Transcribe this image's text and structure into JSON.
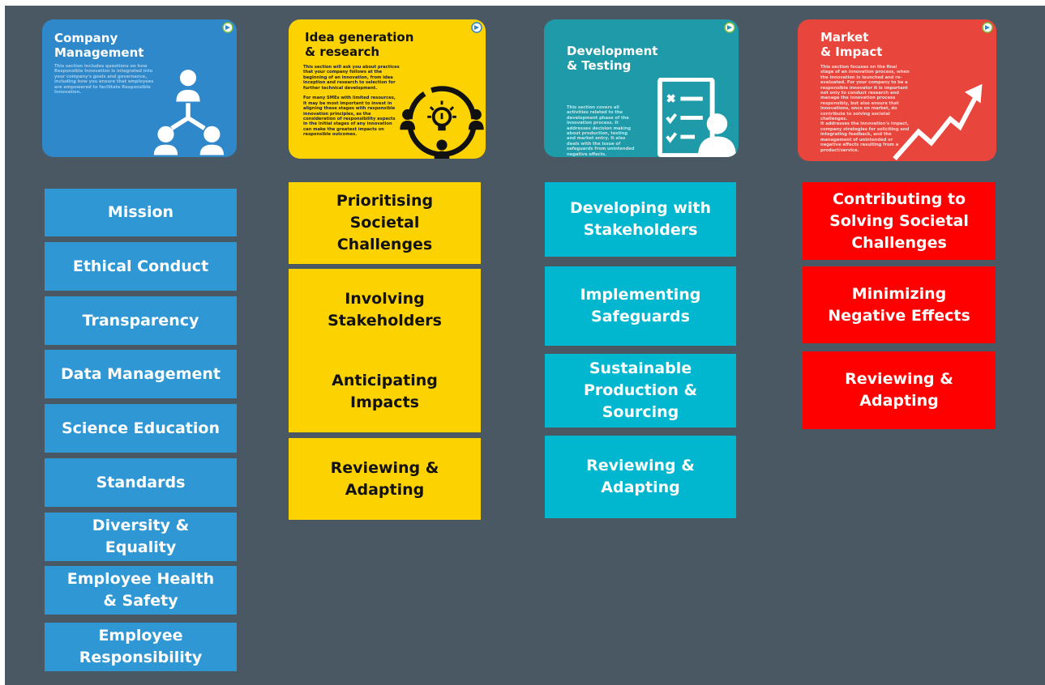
{
  "colors": {
    "background": "#4a5864",
    "management": "#2f97d4",
    "idea": "#fcd200",
    "development": "#00b7cf",
    "market": "#fe0000",
    "card_management": "#2e88c9",
    "card_idea": "#fcd200",
    "card_development": "#1e9aa8",
    "card_market": "#e8453c"
  },
  "cards": {
    "management": {
      "title": "Company\nManagement",
      "text": "This section includes questions on how\nResponsible Innovation is integrated into\nyour company's goals and governance,\nincluding how you ensure that employees\nare empowered to facilitate Responsible\nInnovation.",
      "icon": "organization-hierarchy-icon"
    },
    "idea": {
      "title": "Idea generation\n& research",
      "text": "This section will ask you about practices\nthat your company follows at the\nbeginning of an innovation, from idea\ninception and research to selection for\nfurther technical development.\n\nFor many SMEs with limited resources,\nit may be most important to invest in\naligning these stages with responsible\ninnovation principles, as the\nconsideration of responsibility aspects\nin the initial stages of any innovation\ncan make the greatest impacts on\nresponsible outcomes.",
      "icon": "lightbulb-people-icon"
    },
    "development": {
      "title": "Development\n& Testing",
      "text": "This section covers all\nactivities related to the\ndevelopment phase of the\ninnovation process. It\naddresses decision making\nabout production, testing\nand market entry. It also\ndeals with the issue of\nsafeguards from unintended\nnegative effects.",
      "icon": "checklist-person-icon"
    },
    "market": {
      "title": "Market\n& Impact",
      "text": "This section focuses on the final\nstage of an innovation process, when\nthe innovation is launched and re-\nevaluated. For your company to be a\nresponsible innovator it is important\nnot only to conduct research and\nmanage the innovation process\nresponsibly, but also ensure that\ninnovations, once on market, do\ncontribute to solving societal\nchallenges.\nIt addresses the innovation's impact,\ncompany strategies for soliciting and\nintegrating feedback, and the\nmanagement of unintended or\nnegative effects resulting from a\nproduct/service.",
      "icon": "rising-chart-arrow-icon"
    }
  },
  "management_items": [
    "Mission",
    "Ethical Conduct",
    "Transparency",
    "Data Management",
    "Science Education",
    "Standards",
    "Diversity &\nEquality",
    "Employee Health\n& Safety",
    "Employee\nResponsibility"
  ],
  "idea_items": [
    "Prioritising\nSocietal\nChallenges",
    "Involving\nStakeholders",
    "Anticipating\nImpacts",
    "Reviewing &\nAdapting"
  ],
  "development_items": [
    "Developing with\nStakeholders",
    "Implementing\nSafeguards",
    "Sustainable\nProduction &\nSourcing",
    "Reviewing &\nAdapting"
  ],
  "market_items": [
    "Contributing to\nSolving Societal\nChallenges",
    "Minimizing\nNegative Effects",
    "Reviewing &\nAdapting"
  ]
}
